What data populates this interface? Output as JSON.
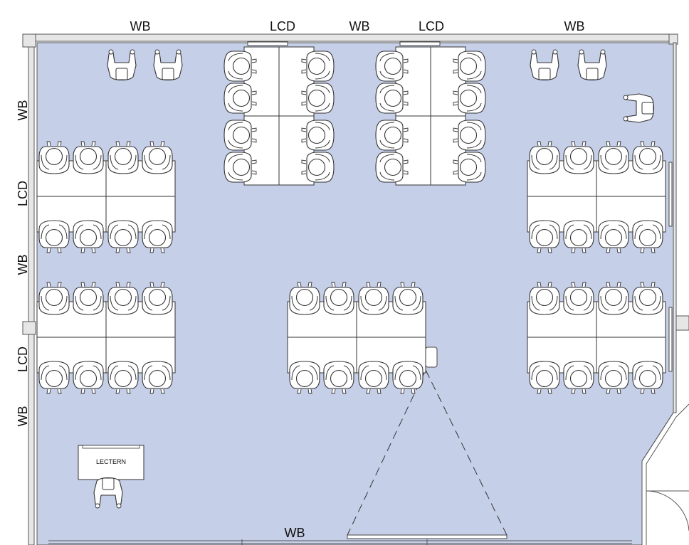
{
  "labels": {
    "top_wb_left": "WB",
    "top_lcd_left": "LCD",
    "top_wb_center": "WB",
    "top_lcd_right": "LCD",
    "top_wb_right": "WB",
    "left_wb_top": "WB",
    "left_lcd_top": "LCD",
    "left_wb_middle": "WB",
    "left_lcd_bottom": "LCD",
    "left_wb_bottom": "WB",
    "bottom_wb": "WB",
    "lectern": "LECTERN"
  },
  "colors": {
    "floor": "#c6cfe8",
    "furniture": "#ffffff",
    "line": "#333333",
    "wall": "#e6e6e6"
  }
}
